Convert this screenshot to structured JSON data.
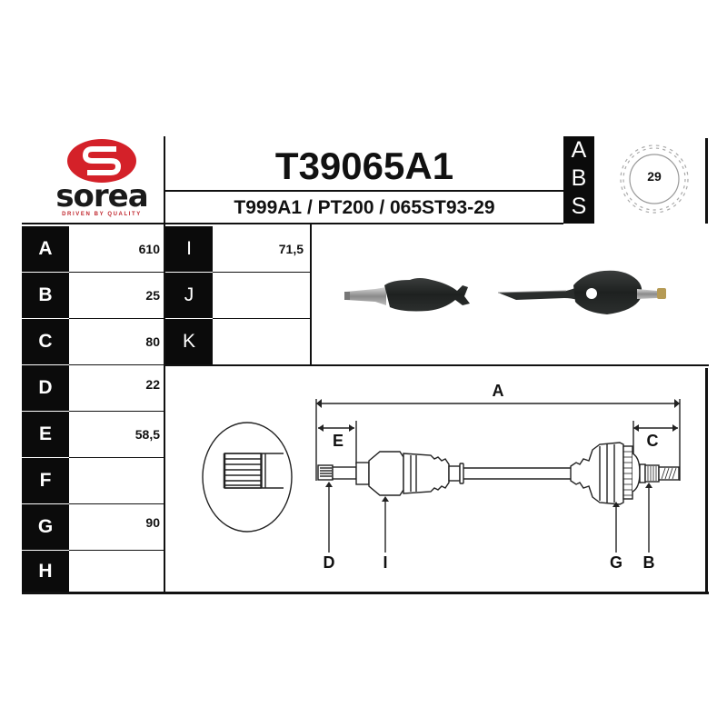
{
  "brand": {
    "name": "sorea",
    "tagline": "DRIVEN BY QUALITY",
    "logo_color": "#d42129"
  },
  "header": {
    "part_number": "T39065A1",
    "cross_references": "T999A1 / PT200 / 065ST93-29"
  },
  "abs": {
    "letters": [
      "A",
      "B",
      "S"
    ],
    "tooth_count": "29"
  },
  "dimensions_left": [
    {
      "label": "A",
      "value": "610"
    },
    {
      "label": "B",
      "value": "25"
    },
    {
      "label": "C",
      "value": "80"
    },
    {
      "label": "D",
      "value": "22"
    },
    {
      "label": "E",
      "value": "58,5"
    },
    {
      "label": "F",
      "value": ""
    },
    {
      "label": "G",
      "value": "90"
    },
    {
      "label": "H",
      "value": ""
    }
  ],
  "dimensions_right": [
    {
      "label": "I",
      "value": "71,5"
    },
    {
      "label": "J",
      "value": ""
    },
    {
      "label": "K",
      "value": ""
    }
  ],
  "diagram": {
    "overall_label": "A",
    "left_span_label": "E",
    "right_span_label": "C",
    "pointer_labels": [
      "D",
      "I",
      "G",
      "B"
    ]
  }
}
